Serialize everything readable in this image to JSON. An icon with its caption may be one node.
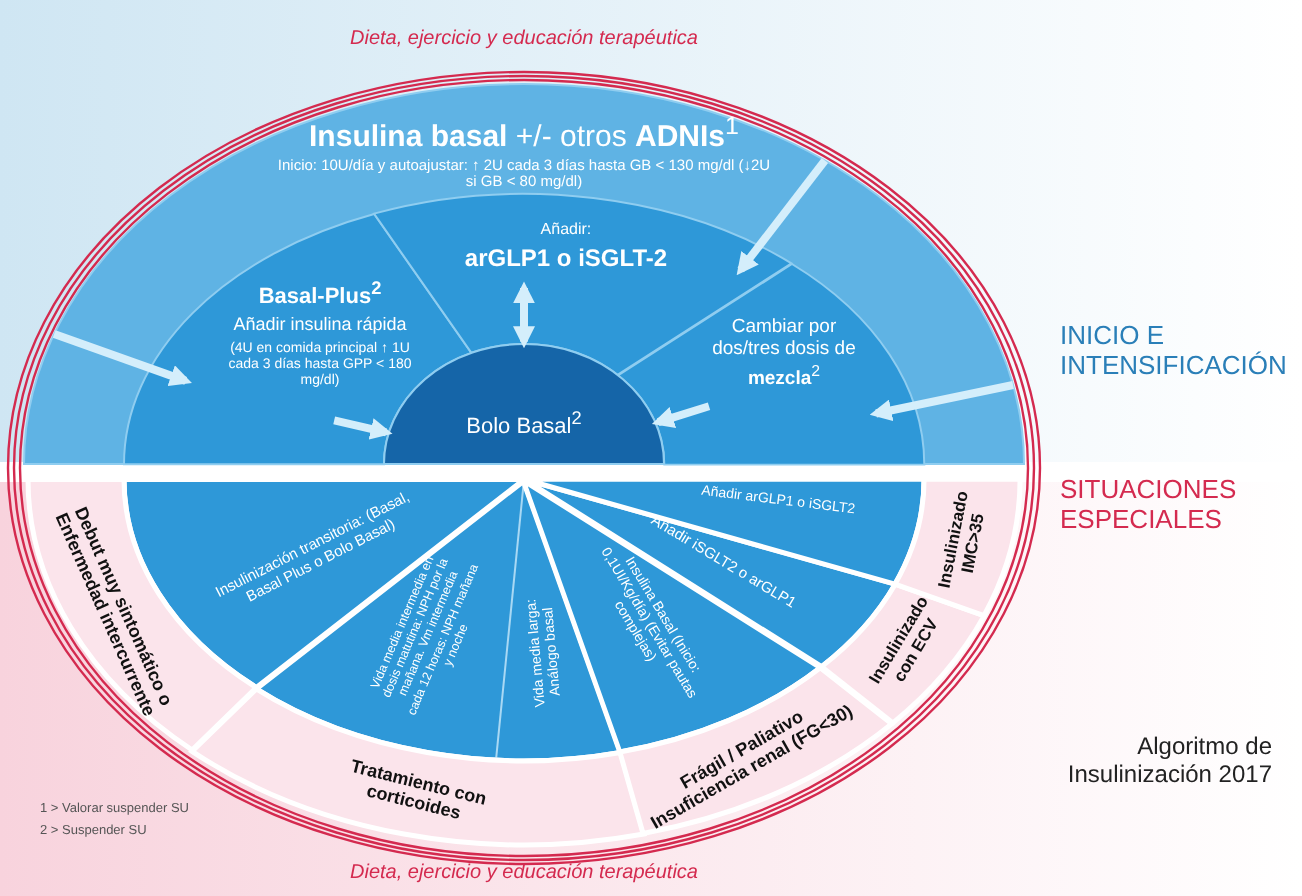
{
  "diagram": {
    "title": "Algoritmo de Insulinización 2017",
    "nodes": [
      {
        "text": [
          "**Insulina basal** +/- otros **ADNIs**$^{1}$",
          "Inicio: 10U/día y autoajustar: ↑ 2U cada 3 días hasta GB < 130 mg/dl (↓2U si GB < 80 mg/dl)"
        ]
      },
      {
        "text": [
          "Basal-Plus$^{2}$",
          "Añadir insulina rápida",
          "(4U en comida principal ↑ 1U cada 3 días hasta GPP < 180 mg/dl)"
        ],
        "in": 0
      },
      {
        "text": [
          "Añadir:",
          "arGLP1 o iSGLT-2"
        ],
        "in": 0
      },
      {
        "text": [
          "Cambiar por dos/tres dosis de **mezcla**$^{2}$"
        ],
        "in": 0
      },
      {
        "text": [
          "Bolo Basal$^{2}$"
        ],
        "in": 0
      },
      {
        "text": [
          "Debut muy sintomático o Enfermedad intercurrente",
          "Insulinización transitoria: (Basal, Basal Plus o Bolo Basal)"
        ]
      },
      {
        "text": [
          "Tratamiento con corticoides",
          "Vida media intermedia en dosis matutina: NPH por la mañana. Vm intermedia cada 12 horas: NPH mañana y noche",
          "Vida media larga: Análogo basal"
        ]
      },
      {
        "text": [
          "Frágil / Paliativo Insuficiencia renal (FG<30)",
          "Insulina Basal (Inicio: 0,1UI/Kg/día) (Evitar pautas complejas)"
        ]
      },
      {
        "text": [
          "Insulinizado con ECV",
          "Añadir iSGLT2 o arGLP1"
        ]
      },
      {
        "text": [
          "Insulinizado IMC>35",
          "Añadir arGLP1 o iSGLT2"
        ]
      }
    ],
    "edges": [
      {
        "from": 0,
        "to": 1,
        "arrow": "to"
      },
      {
        "from": 0,
        "to": 2,
        "arrow": "to"
      },
      {
        "from": 0,
        "to": 3,
        "arrow": "to"
      },
      {
        "from": 1,
        "to": 4,
        "arrow": "to"
      },
      {
        "from": 2,
        "to": 4,
        "arrow": "both"
      },
      {
        "from": 3,
        "to": 4,
        "arrow": "to"
      }
    ],
    "labels": [
      "Dieta, ejercicio y educación terapéutica",
      "INICIO E INTENSIFICACIÓN",
      "SITUACIONES ESPECIALES",
      "1 > Valorar suspender SU",
      "2 > Suspender SU",
      "Dieta, ejercicio y educación terapéutica"
    ]
  }
}
